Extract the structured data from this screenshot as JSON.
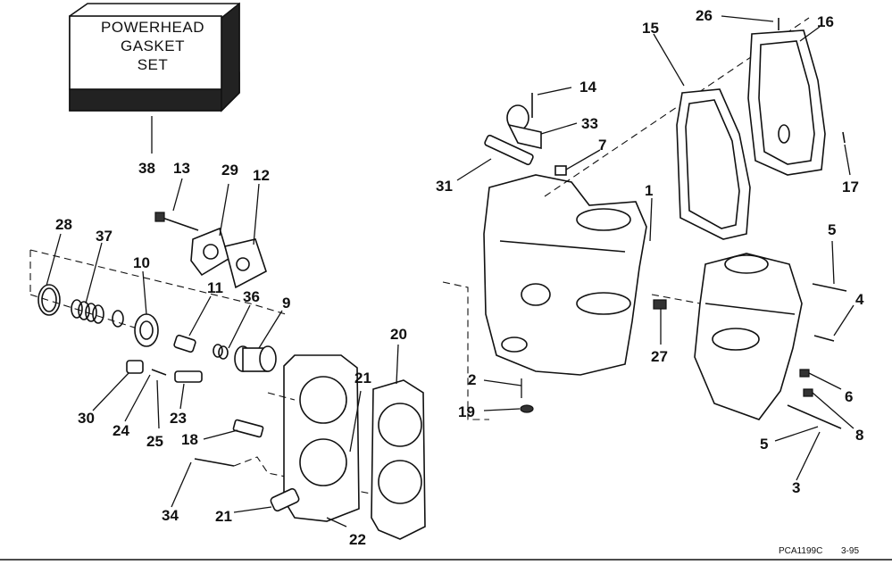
{
  "gasket_set": {
    "line1": "POWERHEAD",
    "line2": "GASKET",
    "line3": "SET"
  },
  "callouts": [
    {
      "id": "c38",
      "label": "38"
    },
    {
      "id": "c13",
      "label": "13"
    },
    {
      "id": "c29",
      "label": "29"
    },
    {
      "id": "c12",
      "label": "12"
    },
    {
      "id": "c28",
      "label": "28"
    },
    {
      "id": "c37",
      "label": "37"
    },
    {
      "id": "c10",
      "label": "10"
    },
    {
      "id": "c11",
      "label": "11"
    },
    {
      "id": "c36",
      "label": "36"
    },
    {
      "id": "c9",
      "label": "9"
    },
    {
      "id": "c30",
      "label": "30"
    },
    {
      "id": "c24",
      "label": "24"
    },
    {
      "id": "c25",
      "label": "25"
    },
    {
      "id": "c23",
      "label": "23"
    },
    {
      "id": "c18",
      "label": "18"
    },
    {
      "id": "c34",
      "label": "34"
    },
    {
      "id": "c21a",
      "label": "21"
    },
    {
      "id": "c21b",
      "label": "21"
    },
    {
      "id": "c22",
      "label": "22"
    },
    {
      "id": "c20",
      "label": "20"
    },
    {
      "id": "c14",
      "label": "14"
    },
    {
      "id": "c33",
      "label": "33"
    },
    {
      "id": "c7",
      "label": "7"
    },
    {
      "id": "c31",
      "label": "31"
    },
    {
      "id": "c1",
      "label": "1"
    },
    {
      "id": "c2",
      "label": "2"
    },
    {
      "id": "c19",
      "label": "19"
    },
    {
      "id": "c15",
      "label": "15"
    },
    {
      "id": "c26",
      "label": "26"
    },
    {
      "id": "c16",
      "label": "16"
    },
    {
      "id": "c17",
      "label": "17"
    },
    {
      "id": "c5a",
      "label": "5"
    },
    {
      "id": "c4",
      "label": "4"
    },
    {
      "id": "c27",
      "label": "27"
    },
    {
      "id": "c6",
      "label": "6"
    },
    {
      "id": "c8",
      "label": "8"
    },
    {
      "id": "c5b",
      "label": "5"
    },
    {
      "id": "c3",
      "label": "3"
    }
  ],
  "figure_code": "PCA1199C",
  "figure_date": "3-95"
}
